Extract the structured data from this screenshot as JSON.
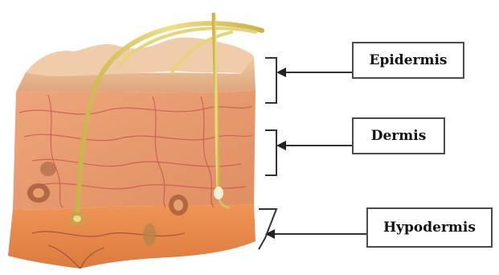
{
  "labels": {
    "epidermis": "Epidermis",
    "dermis": "Dermis",
    "hypodermis": "Hypodermis"
  },
  "colors": {
    "epidermis": "#e2b890",
    "dermis": "#e79a6c",
    "hypodermis": "#e88a4c",
    "hair": "#d8c45a",
    "vessel": "#c65a5a",
    "line": "#333333"
  }
}
